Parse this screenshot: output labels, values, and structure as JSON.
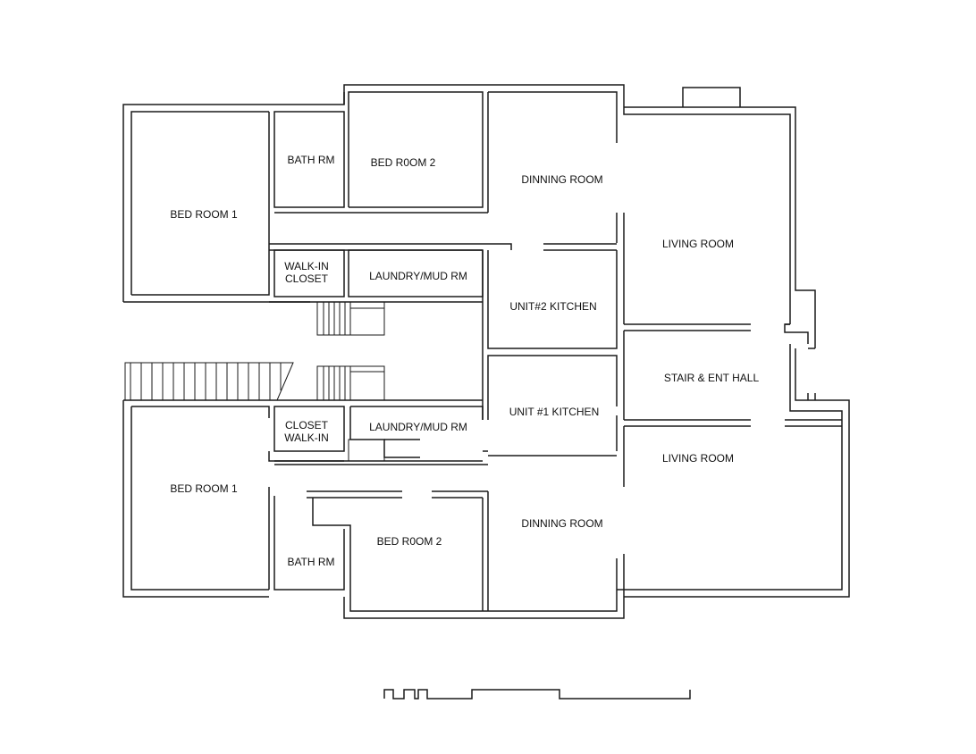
{
  "rooms": {
    "unit2": {
      "bed_room_1": "BED ROOM 1",
      "bath_rm": "BATH RM",
      "bed_room_2": "BED R0OM 2",
      "dinning_room": "DINNING ROOM",
      "living_room": "LIVING ROOM",
      "walk_in_closet_1": "WALK-IN",
      "walk_in_closet_2": "CLOSET",
      "laundry": "LAUNDRY/MUD RM",
      "kitchen": "UNIT#2 KITCHEN"
    },
    "common": {
      "stair_hall": "STAIR & ENT HALL"
    },
    "unit1": {
      "kitchen": "UNIT #1 KITCHEN",
      "closet_1": "CLOSET",
      "closet_2": "WALK-IN",
      "laundry": "LAUNDRY/MUD RM",
      "living_room": "LIVING ROOM",
      "bed_room_1": "BED ROOM 1",
      "dinning_room": "DINNING ROOM",
      "bed_room_2": "BED R0OM 2",
      "bath_rm": "BATH RM"
    }
  }
}
